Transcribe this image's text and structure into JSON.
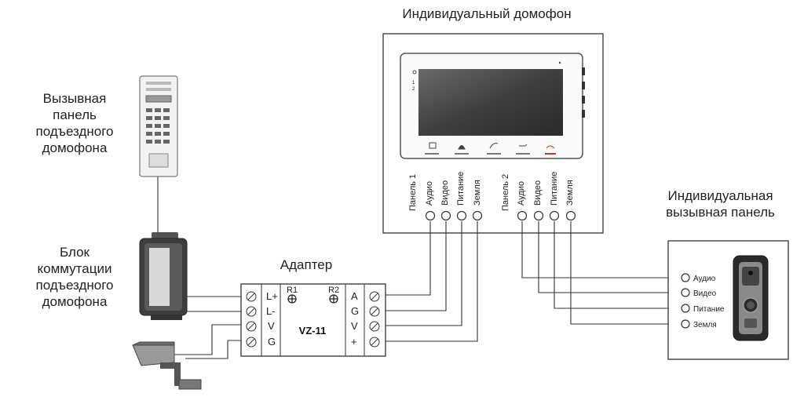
{
  "titles": {
    "monitor": "Индивидуальный домофон",
    "call_panel_left": [
      "Вызывная",
      "панель",
      "подъездного",
      "домофона"
    ],
    "switch_block": [
      "Блок",
      "коммутации",
      "подъездного",
      "домофона"
    ],
    "adapter": "Адаптер",
    "individual_panel": [
      "Индивидуальная",
      "вызывная панель"
    ]
  },
  "monitor": {
    "panel1_label": "Панель 1",
    "panel2_label": "Панель 2",
    "panel1_terminals": [
      "Аудио",
      "Видео",
      "Питание",
      "Земля"
    ],
    "panel2_terminals": [
      "Аудио",
      "Видео",
      "Питание",
      "Земля"
    ]
  },
  "adapter": {
    "model": "VZ-11",
    "trimmers": [
      "R1",
      "R2"
    ],
    "left_terminals": [
      "L+",
      "L-",
      "V",
      "G"
    ],
    "right_terminals": [
      "A",
      "G",
      "V",
      "+"
    ]
  },
  "individual_panel": {
    "terminals": [
      "Аудио",
      "Видео",
      "Питание",
      "Земля"
    ]
  }
}
